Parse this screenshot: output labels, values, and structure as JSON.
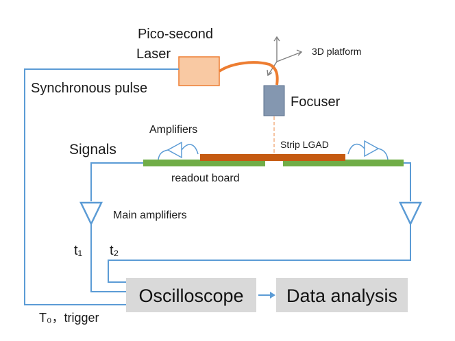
{
  "labels": {
    "laser_line1": "Pico-second",
    "laser_line2": "Laser",
    "platform": "3D platform",
    "sync_pulse": "Synchronous pulse",
    "focuser": "Focuser",
    "amplifiers": "Amplifiers",
    "signals": "Signals",
    "strip_lgad": "Strip LGAD",
    "readout_board": "readout board",
    "main_amplifiers": "Main amplifiers",
    "t1": "t₁",
    "t2": "t₂",
    "oscilloscope": "Oscilloscope",
    "data_analysis": "Data analysis",
    "t0_trigger": "T₀，trigger"
  },
  "colors": {
    "signal_line": "#5b9bd5",
    "laser_fill": "#f9c9a3",
    "laser_stroke": "#ed7d31",
    "fiber": "#ed7d31",
    "focuser_fill": "#8497b0",
    "focuser_stroke": "#5a6f8c",
    "beam": "#f4b183",
    "board": "#70ad47",
    "sensor": "#c55a11",
    "box_fill": "#d9d9d9",
    "axes": "#7f7f7f"
  }
}
